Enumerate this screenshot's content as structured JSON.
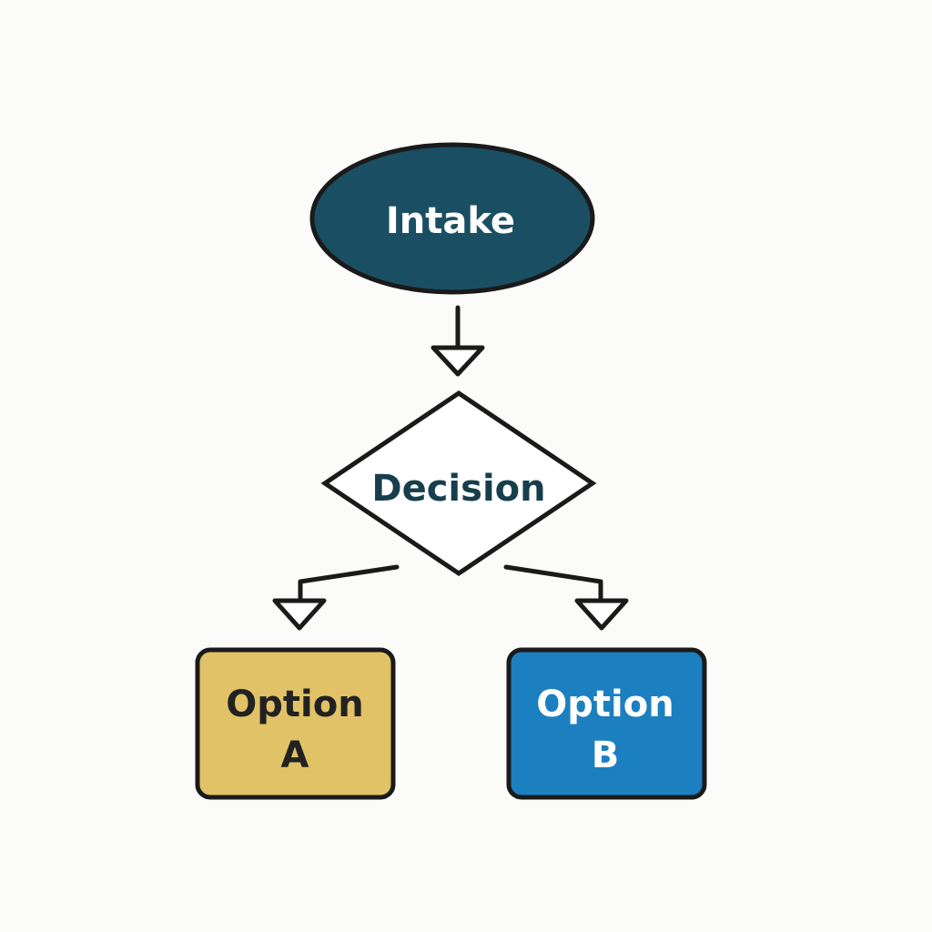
{
  "diagram": {
    "type": "flowchart",
    "nodes": {
      "intake": {
        "label": "Intake",
        "shape": "ellipse",
        "fill": "#1a4f63",
        "text_color": "#ffffff"
      },
      "decision": {
        "label": "Decision",
        "shape": "diamond",
        "fill": "#ffffff",
        "text_color": "#173e4c"
      },
      "option_a": {
        "label_line1": "Option",
        "label_line2": "A",
        "shape": "rounded-rectangle",
        "fill": "#e2c267",
        "text_color": "#222222"
      },
      "option_b": {
        "label_line1": "Option",
        "label_line2": "B",
        "shape": "rounded-rectangle",
        "fill": "#1c7fc0",
        "text_color": "#ffffff"
      }
    },
    "edges": [
      {
        "from": "Intake",
        "to": "Decision"
      },
      {
        "from": "Decision",
        "to": "Option A"
      },
      {
        "from": "Decision",
        "to": "Option B"
      }
    ],
    "colors": {
      "stroke": "#1a1a1a",
      "background": "#fbfbfa"
    }
  }
}
